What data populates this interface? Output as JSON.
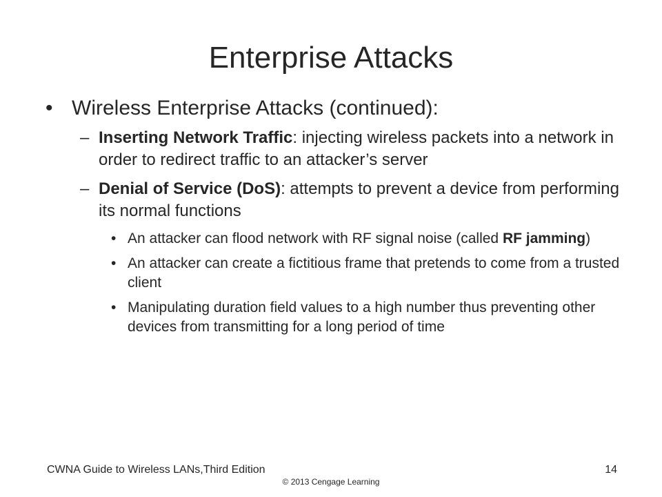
{
  "slide": {
    "title": "Enterprise Attacks",
    "bullet1": {
      "marker": "•",
      "text": "Wireless Enterprise Attacks (continued):"
    },
    "sub1": {
      "marker": "–",
      "bold": "Inserting Network Traffic",
      "text": ": injecting wireless packets into a network in order to redirect traffic to an attacker’s server"
    },
    "sub2": {
      "marker": "–",
      "bold": "Denial of Service (DoS)",
      "text": ": attempts to prevent a device from performing its normal functions"
    },
    "subsub1": {
      "marker": "•",
      "text_before": "An attacker can flood network with RF signal noise (called ",
      "bold": "RF jamming",
      "text_after": ")"
    },
    "subsub2": {
      "marker": "•",
      "text": "An attacker can create a fictitious frame that pretends to come from a trusted client"
    },
    "subsub3": {
      "marker": "•",
      "text": "Manipulating duration field values to a high number thus preventing other devices from transmitting for a long period of time"
    }
  },
  "footer": {
    "left": "CWNA Guide to Wireless LANs,Third Edition",
    "page_number": "14",
    "copyright": "© 2013 Cengage Learning"
  }
}
